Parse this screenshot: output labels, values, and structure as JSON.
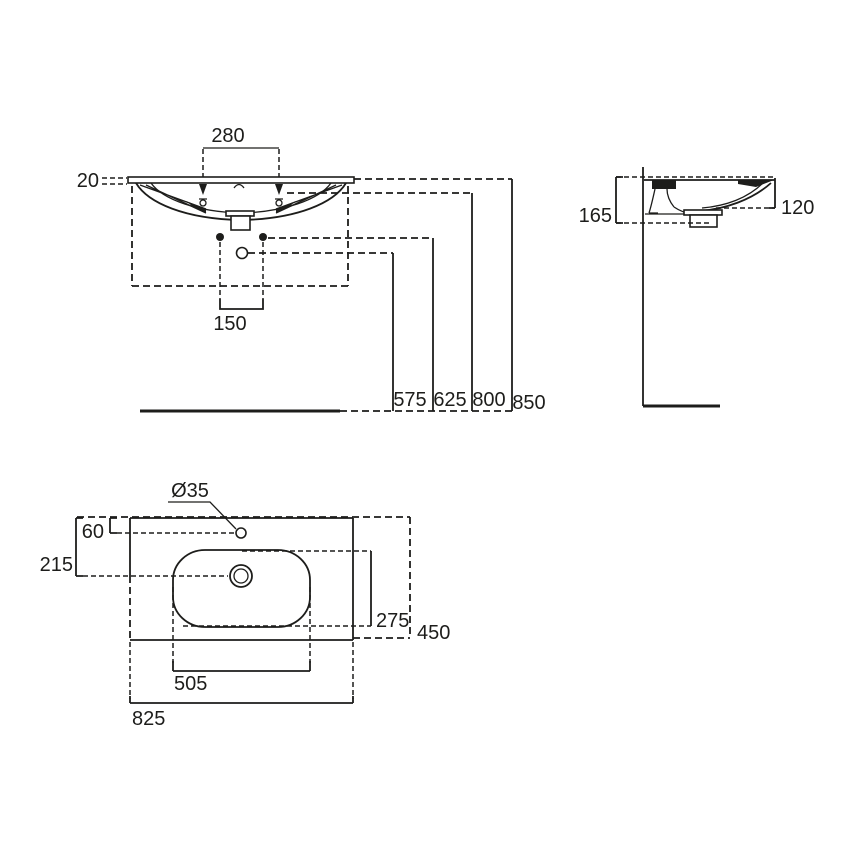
{
  "drawing": {
    "type": "washbasin-dimension-drawing",
    "units": "mm",
    "colors": {
      "line": "#1d1d1b",
      "background": "#ffffff"
    },
    "views": {
      "front": {
        "tap_hole_spacing": "280",
        "rim_thickness": "20",
        "fixing_hole_spacing": "150",
        "height_siphon": "575",
        "height_fixing": "625",
        "height_deck": "800",
        "height_rim": "850"
      },
      "side": {
        "basin_height": "165",
        "bowl_depth": "120"
      },
      "top": {
        "tap_hole_diameter": "Ø35",
        "tap_hole_offset": "60",
        "drain_offset": "215",
        "bowl_depth": "275",
        "overall_depth": "450",
        "bowl_width": "505",
        "overall_width": "825"
      }
    }
  }
}
